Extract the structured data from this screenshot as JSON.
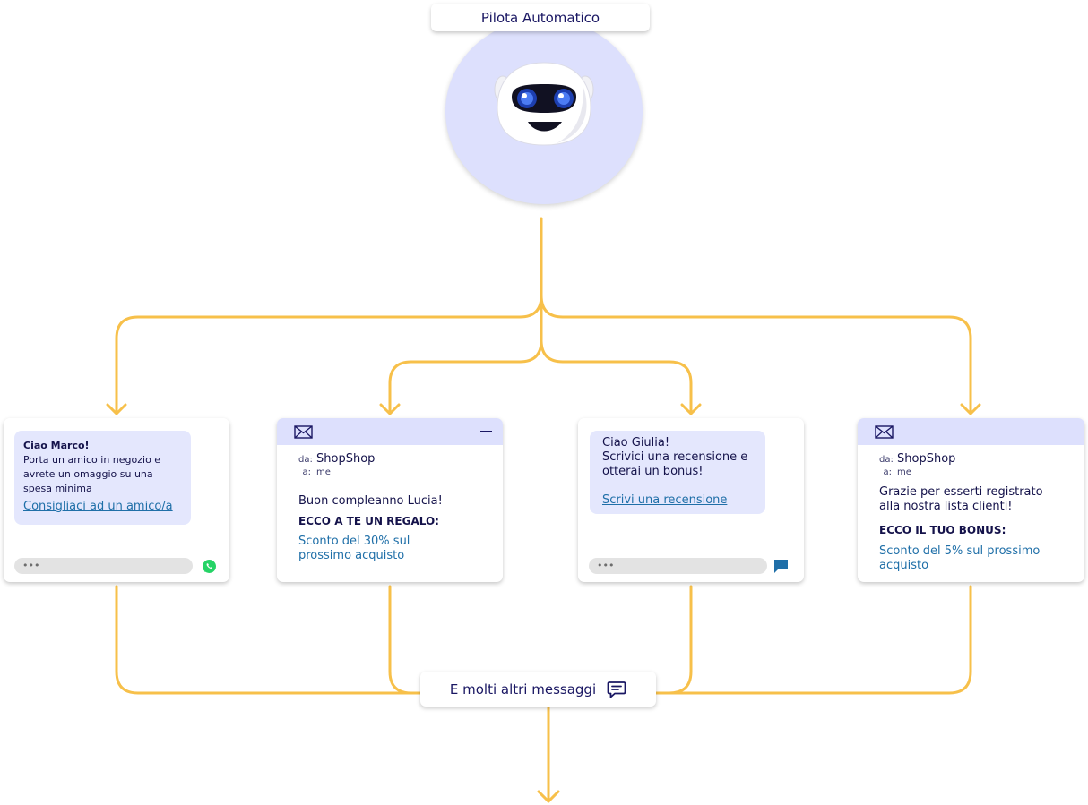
{
  "header": {
    "title": "Pilota Automatico"
  },
  "cards": {
    "whatsapp": {
      "greeting": "Ciao Marco!",
      "message": "Porta un amico in negozio e avrete un omaggio su una spesa minima",
      "link": "Consigliaci ad un amico/a",
      "typing": "•••",
      "channel_icon": "whatsapp-icon"
    },
    "email_birthday": {
      "from_label": "da:",
      "from": "ShopShop",
      "to_label": "a:",
      "to": "me",
      "intro": "Buon compleanno Lucia!",
      "headline": "ECCO A TE UN REGALO:",
      "offer": "Sconto del 30% sul prossimo acquisto"
    },
    "sms": {
      "greeting": "Ciao Giulia!",
      "message": "Scrivici una recensione e otterai un bonus!",
      "link": "Scrivi una recensione",
      "typing": "•••",
      "channel_icon": "chat-bubble-icon"
    },
    "email_welcome": {
      "from_label": "da:",
      "from": "ShopShop",
      "to_label": "a:",
      "to": "me",
      "intro": "Grazie per esserti registrato alla nostra lista clienti!",
      "headline": "ECCO IL TUO BONUS:",
      "offer": "Sconto del 5% sul prossimo acquisto"
    }
  },
  "footer": {
    "label": "E molti altri messaggi",
    "icon": "message-icon"
  },
  "colors": {
    "connector": "#f7c04a",
    "accent_soft": "#dde0fd",
    "link": "#1f6fa8",
    "text_dark": "#14124a",
    "whatsapp": "#25d366"
  }
}
